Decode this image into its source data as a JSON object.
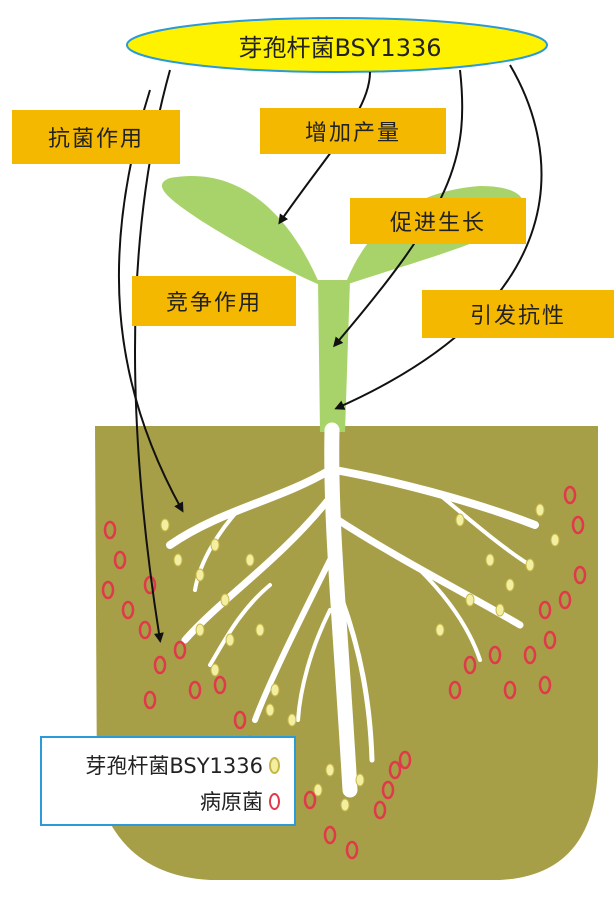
{
  "title": "芽孢杆菌BSY1336",
  "effects": {
    "antibacterial": "抗菌作用",
    "yield": "增加产量",
    "growth": "促进生长",
    "competition": "竞争作用",
    "resistance": "引发抗性"
  },
  "legend": {
    "bacillus": "芽孢杆菌BSY1336",
    "pathogen": "病原菌"
  },
  "colors": {
    "label_bg": "#f5b800",
    "title_ellipse": "#fff200",
    "soil": "#a79f48",
    "plant": "#a8d36a",
    "root": "#ffffff",
    "bacillus_fill": "#f3efa0",
    "pathogen_stroke": "#e03a4a",
    "legend_border": "#2a9ad8"
  }
}
